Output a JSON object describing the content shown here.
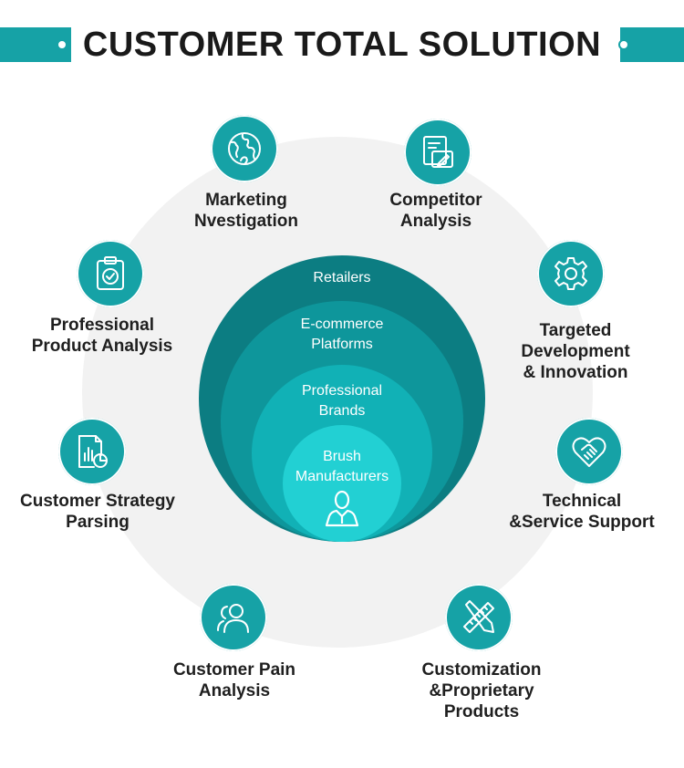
{
  "title": "CUSTOMER TOTAL SOLUTION",
  "colors": {
    "accent": "#16a2a6",
    "ring_outer": "#0c7d82",
    "ring_second": "#0e969b",
    "ring_third": "#11b1b6",
    "ring_inner": "#22d0d3"
  },
  "rings": [
    {
      "label": "Retailers"
    },
    {
      "label": "E-commerce\nPlatforms"
    },
    {
      "label": "Professional\nBrands"
    },
    {
      "label": "Brush\nManufacturers",
      "icon": "person-icon"
    }
  ],
  "nodes": [
    {
      "label": "Marketing\nNvestigation",
      "icon": "globe-icon"
    },
    {
      "label": "Competitor\nAnalysis",
      "icon": "document-pencil-icon"
    },
    {
      "label": "Professional\nProduct Analysis",
      "icon": "clipboard-check-icon"
    },
    {
      "label": "Targeted\nDevelopment\n& Innovation",
      "icon": "gear-icon"
    },
    {
      "label": "Customer Strategy\nParsing",
      "icon": "report-chart-icon"
    },
    {
      "label": "Technical\n&Service Support",
      "icon": "heart-handshake-icon"
    },
    {
      "label": "Customer Pain\nAnalysis",
      "icon": "users-icon"
    },
    {
      "label": "Customization\n&Proprietary\nProducts",
      "icon": "ruler-pencil-icon"
    }
  ]
}
